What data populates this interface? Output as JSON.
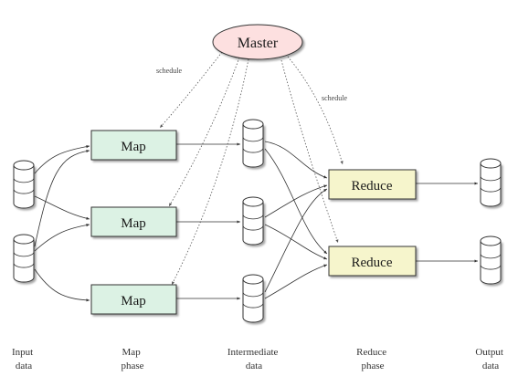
{
  "master": {
    "label": "Master"
  },
  "schedule_labels": [
    "schedule",
    "schedule"
  ],
  "map_nodes": [
    "Map",
    "Map",
    "Map"
  ],
  "reduce_nodes": [
    "Reduce",
    "Reduce"
  ],
  "stage_labels": {
    "input": [
      "Input",
      "data"
    ],
    "map": [
      "Map",
      "phase"
    ],
    "intermediate": [
      "Intermediate",
      "data"
    ],
    "reduce": [
      "Reduce",
      "phase"
    ],
    "output": [
      "Output",
      "data"
    ]
  },
  "colors": {
    "master_fill": "#fde0e0",
    "map_fill": "#dcf2e4",
    "reduce_fill": "#f6f5cc",
    "stroke": "#333333"
  }
}
